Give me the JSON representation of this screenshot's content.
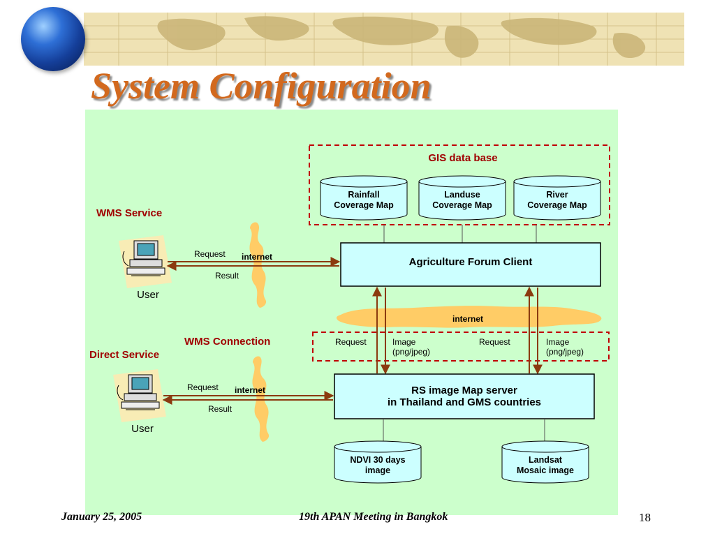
{
  "slide": {
    "title": "System Configuration",
    "footer": {
      "date": "January 25, 2005",
      "event": "19th APAN Meeting in Bangkok",
      "page_number": "18"
    }
  },
  "diagram": {
    "gis_group_label": "GIS data base",
    "databases": {
      "rainfall": [
        "Rainfall",
        "Coverage Map"
      ],
      "landuse": [
        "Landuse",
        "Coverage Map"
      ],
      "river": [
        "River",
        "Coverage Map"
      ],
      "ndvi": [
        "NDVI 30 days",
        "image"
      ],
      "landsat": [
        "Landsat",
        "Mosaic image"
      ]
    },
    "client_box": "Agriculture Forum Client",
    "server_box": [
      "RS image Map server",
      "in Thailand and GMS countries"
    ],
    "wms_service_label": "WMS Service",
    "wms_connection_label": "WMS Connection",
    "direct_service_label": "Direct Service",
    "user_label": "User",
    "internet_label": "internet",
    "request_label": "Request",
    "result_label": "Result",
    "image_label": [
      "Image",
      "(png/jpeg)"
    ]
  },
  "colors": {
    "title": "#d2691e",
    "panel_bg": "#ccffcc",
    "box_fill": "#ccffff",
    "dashed_border": "#c00000",
    "arrow": "#8b3a0f",
    "label_red": "#a00000",
    "cloud": "#ffcc66"
  },
  "icons": [
    "globe-icon",
    "world-map-banner",
    "user-computer-icon",
    "internet-cloud"
  ]
}
